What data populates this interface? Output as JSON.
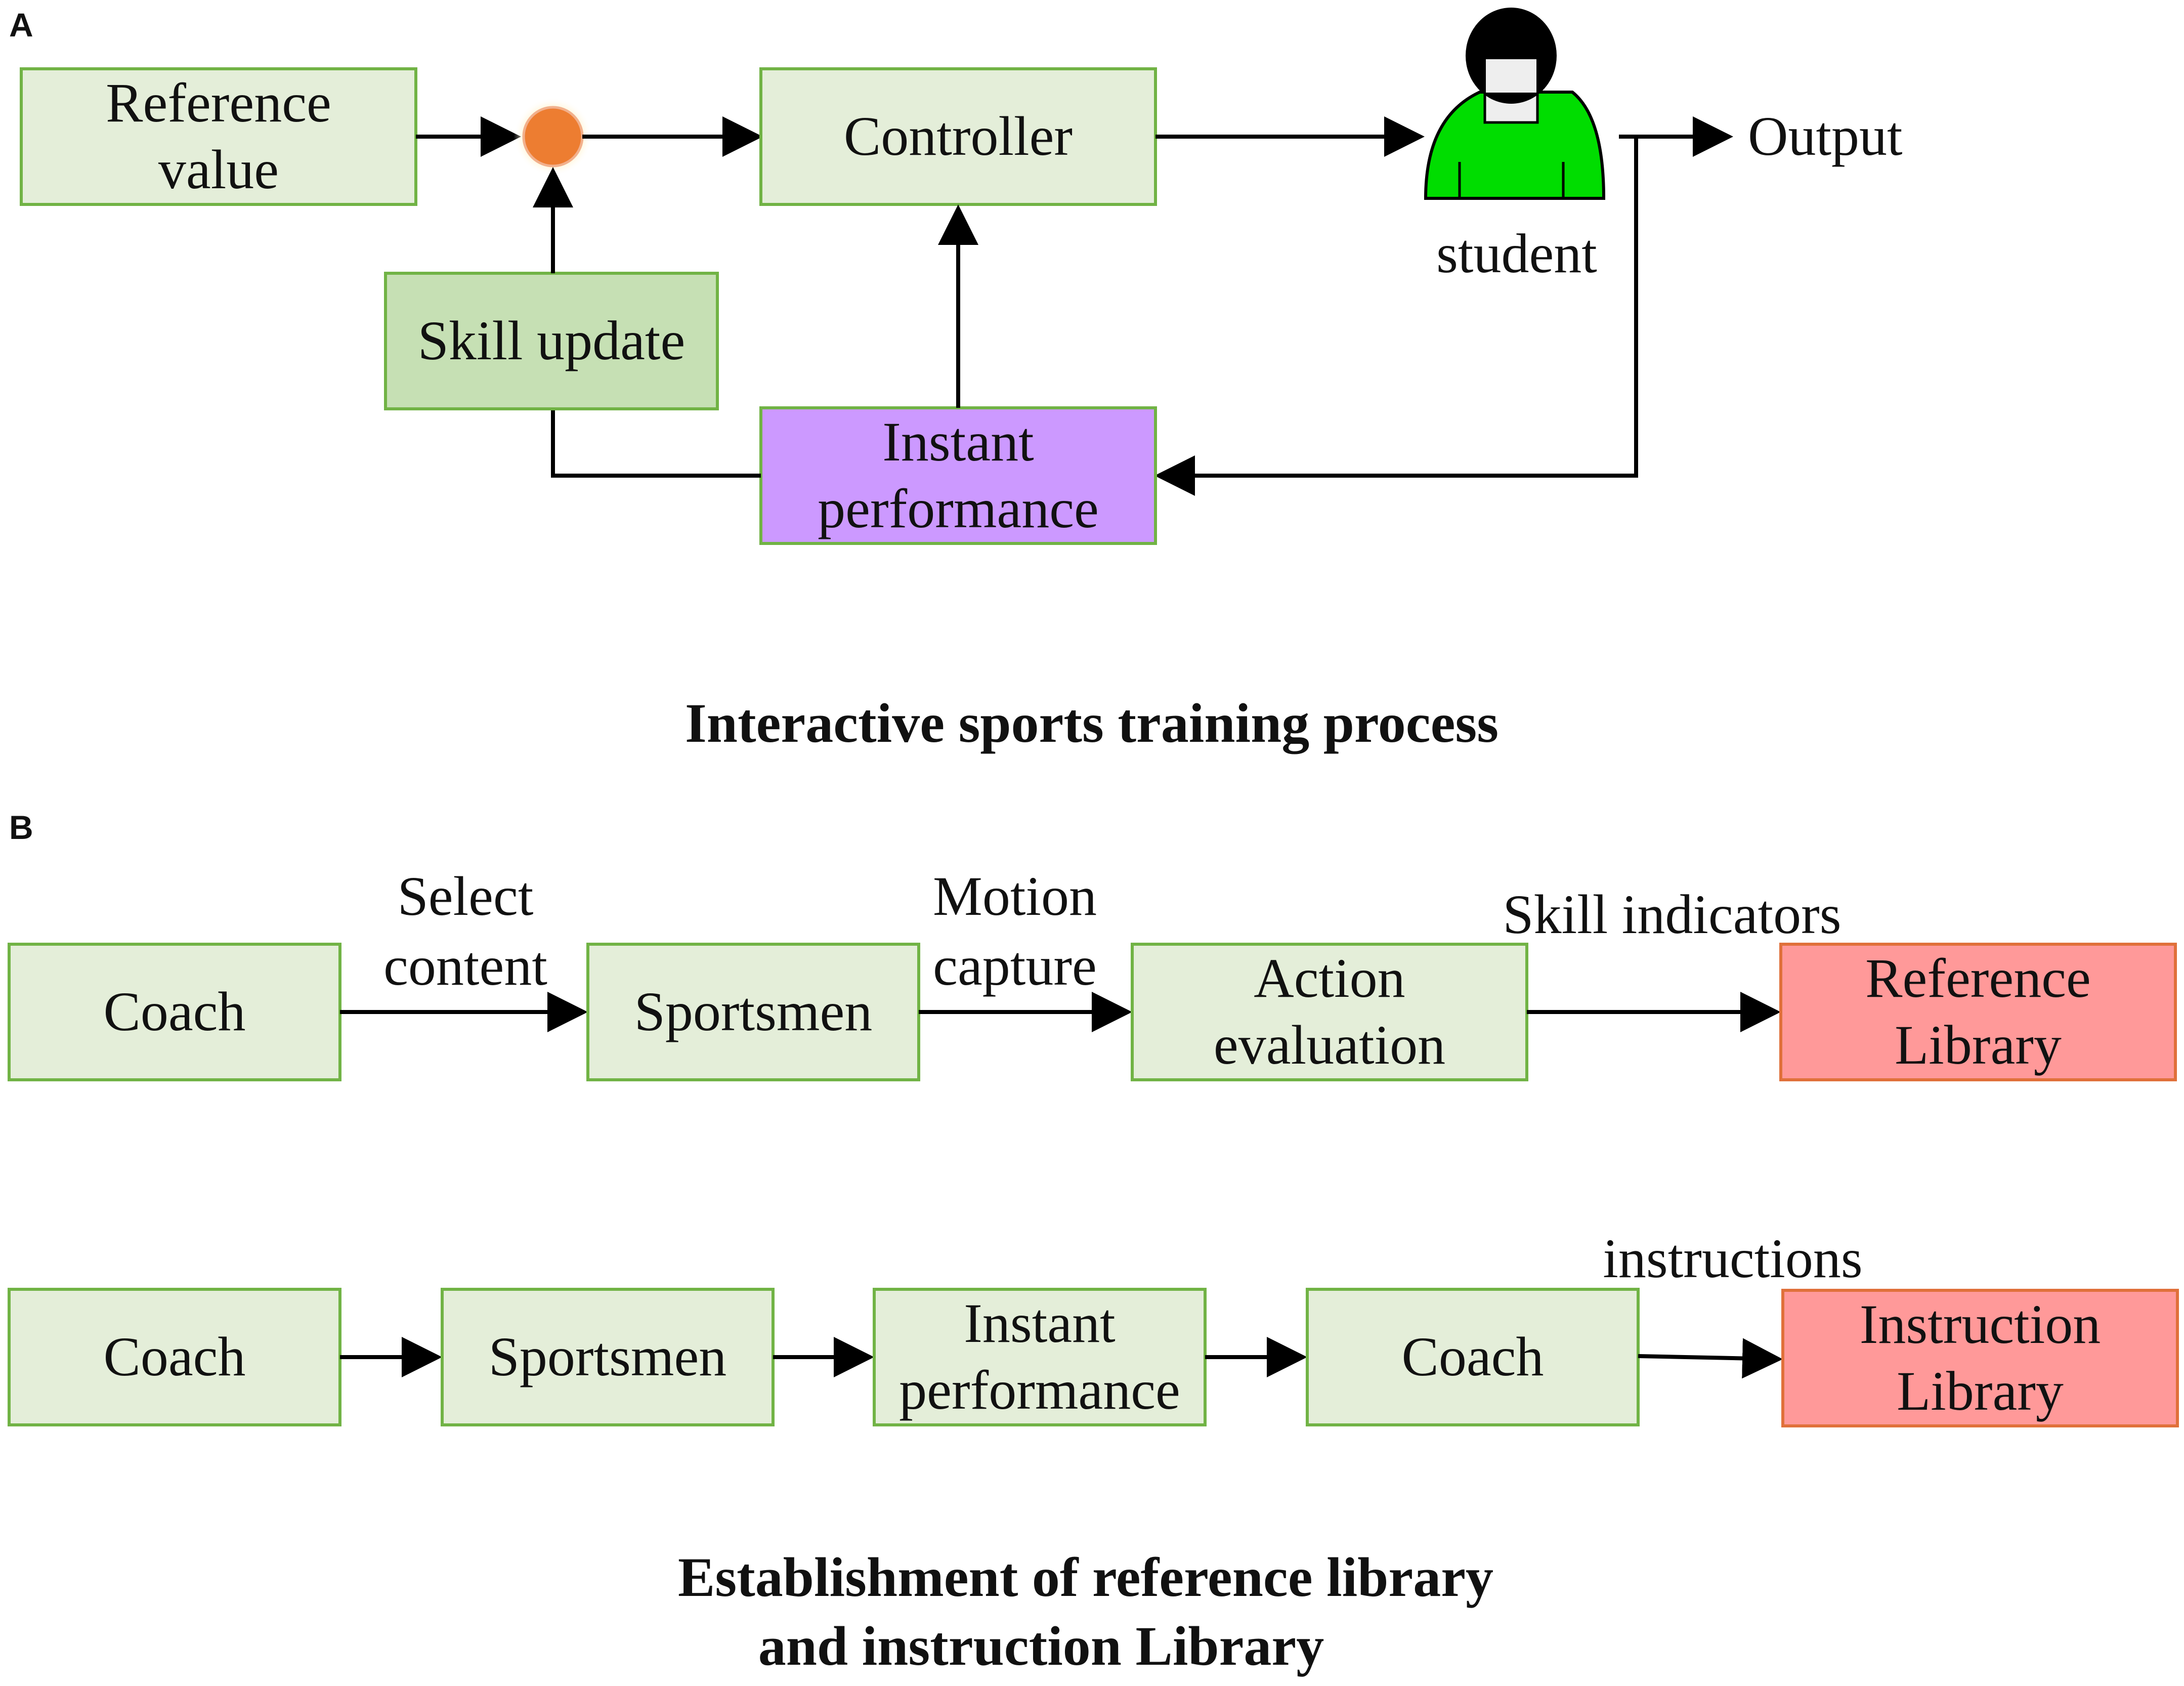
{
  "panel_a": {
    "letter": "A",
    "boxes": {
      "reference_value": [
        "Reference",
        "value"
      ],
      "controller": [
        "Controller"
      ],
      "skill_update": [
        "Skill update"
      ],
      "instant_performance": [
        "Instant",
        "performance"
      ]
    },
    "student_label": "student",
    "output_label": "Output",
    "caption": "Interactive sports training process"
  },
  "panel_b": {
    "letter": "B",
    "row1": {
      "boxes": {
        "coach": [
          "Coach"
        ],
        "sportsmen": [
          "Sportsmen"
        ],
        "action_evaluation": [
          "Action",
          "evaluation"
        ],
        "reference_library": [
          "Reference",
          "Library"
        ]
      },
      "edge_labels": {
        "select_content": [
          "Select",
          "content"
        ],
        "motion_capture": [
          "Motion",
          "capture"
        ],
        "skill_indicators": [
          "Skill indicators"
        ]
      }
    },
    "row2": {
      "boxes": {
        "coach_start": [
          "Coach"
        ],
        "sportsmen": [
          "Sportsmen"
        ],
        "instant_performance": [
          "Instant",
          "performance"
        ],
        "coach_end": [
          "Coach"
        ],
        "instruction_library": [
          "Instruction",
          "Library"
        ]
      },
      "edge_labels": {
        "instructions": [
          "instructions"
        ]
      }
    },
    "caption": [
      "Establishment of reference library",
      "and instruction Library"
    ]
  },
  "colors": {
    "light_green_fill": "#e4eed9",
    "green_border": "#71b345",
    "skill_update_fill": "#c6e0b4",
    "purple_fill": "#cc99ff",
    "pink_fill": "#ff9999",
    "orange_border": "#e0703a",
    "summing_junction": "#ed7d31",
    "student_green": "#00dd00"
  },
  "icons": {
    "summing_junction": "orange-circle",
    "student": "person-icon"
  }
}
